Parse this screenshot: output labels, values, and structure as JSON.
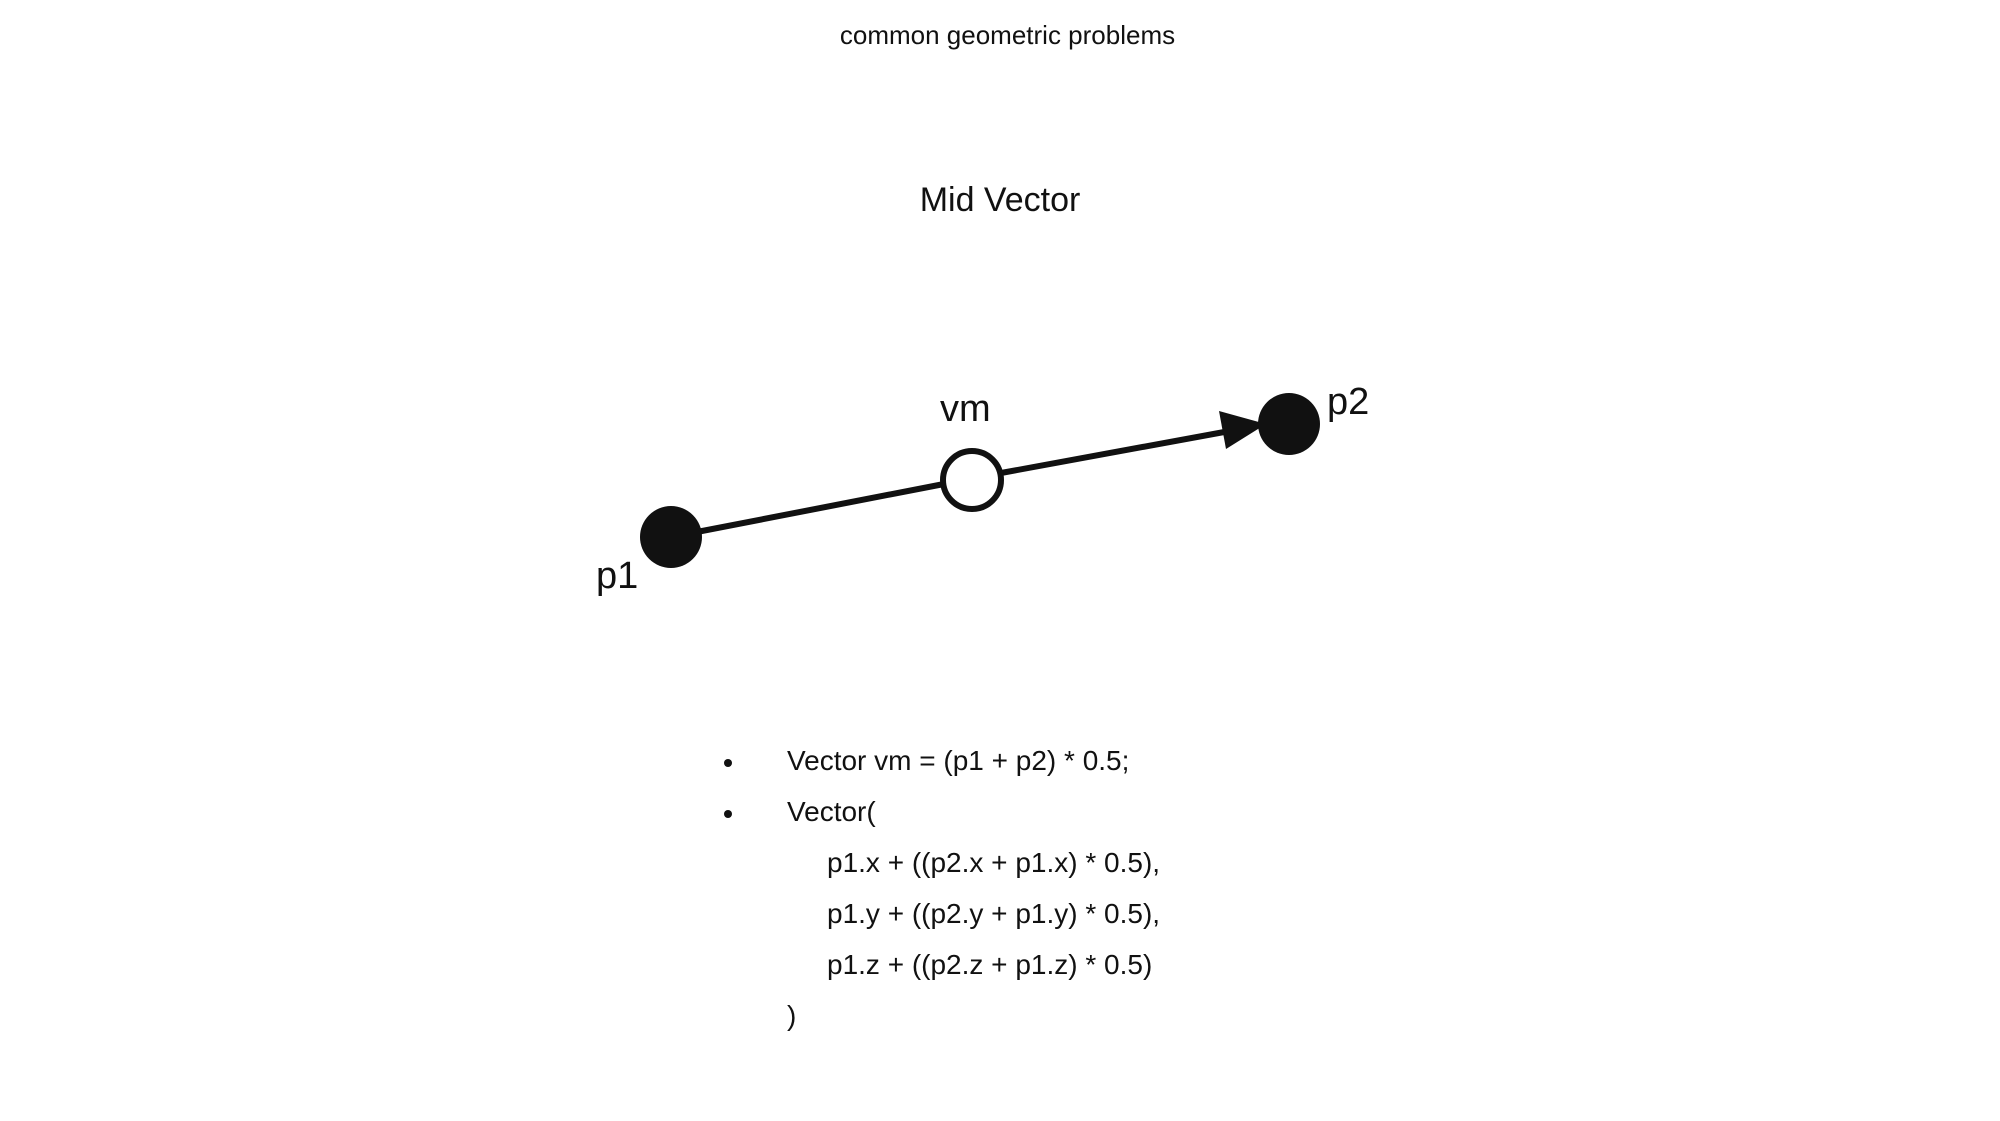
{
  "header": {
    "title": "common geometric problems"
  },
  "slide": {
    "title": "Mid Vector"
  },
  "diagram": {
    "points": {
      "p1": {
        "label": "p1"
      },
      "p2": {
        "label": "p2"
      },
      "vm": {
        "label": "vm"
      }
    }
  },
  "code": {
    "line1": "Vector vm = (p1 + p2) * 0.5;",
    "line2": "Vector(",
    "line3": "p1.x + ((p2.x + p1.x) * 0.5),",
    "line4": "p1.y + ((p2.y + p1.y) * 0.5),",
    "line5": "p1.z + ((p2.z + p1.z) * 0.5)",
    "line6": ")"
  }
}
